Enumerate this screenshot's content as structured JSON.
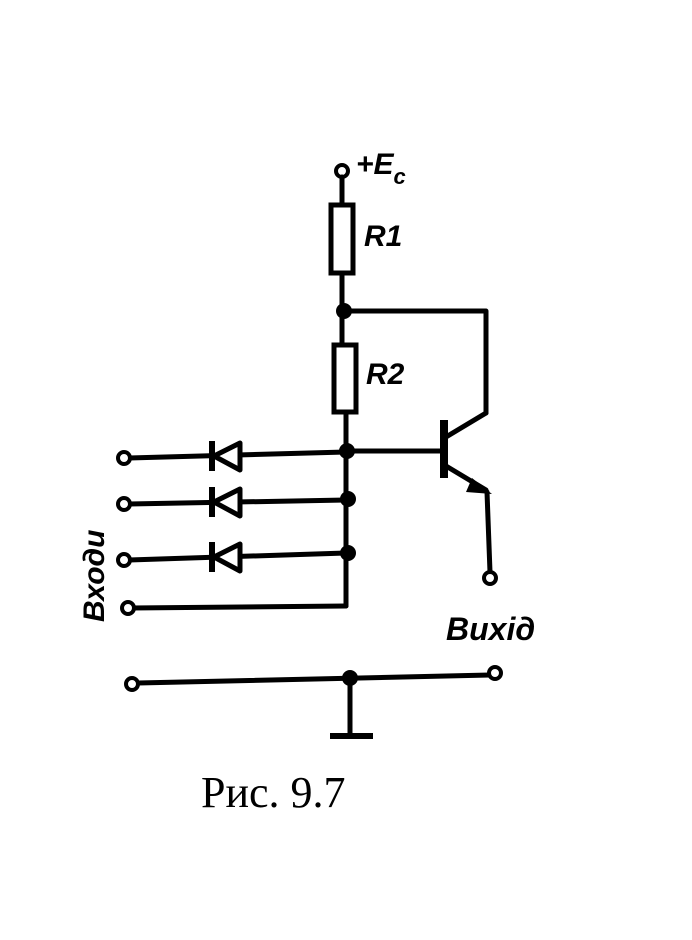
{
  "diagram": {
    "supply_label_main": "+E",
    "supply_label_sub": "c",
    "r1_label": "R1",
    "r2_label": "R2",
    "inputs_label": "Входи",
    "output_label": "Вихід",
    "caption": "Рис. 9.7"
  }
}
